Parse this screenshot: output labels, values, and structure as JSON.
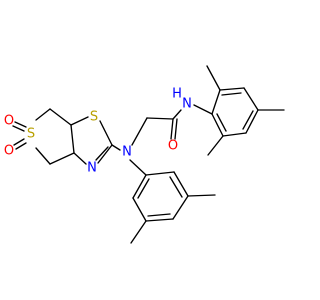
{
  "molecule": {
    "atoms": {
      "S_sulfone": "S",
      "O_upper": "O",
      "O_lower": "O",
      "S_thiazole": "S",
      "N_thiazole": "N",
      "N_amine": "N",
      "O_carbonyl": "O",
      "N_amide": "N",
      "H_amide": "H"
    },
    "colors": {
      "bond": "#000000",
      "S": "#b8a000",
      "O": "#ff0000",
      "N": "#0000ff"
    }
  }
}
